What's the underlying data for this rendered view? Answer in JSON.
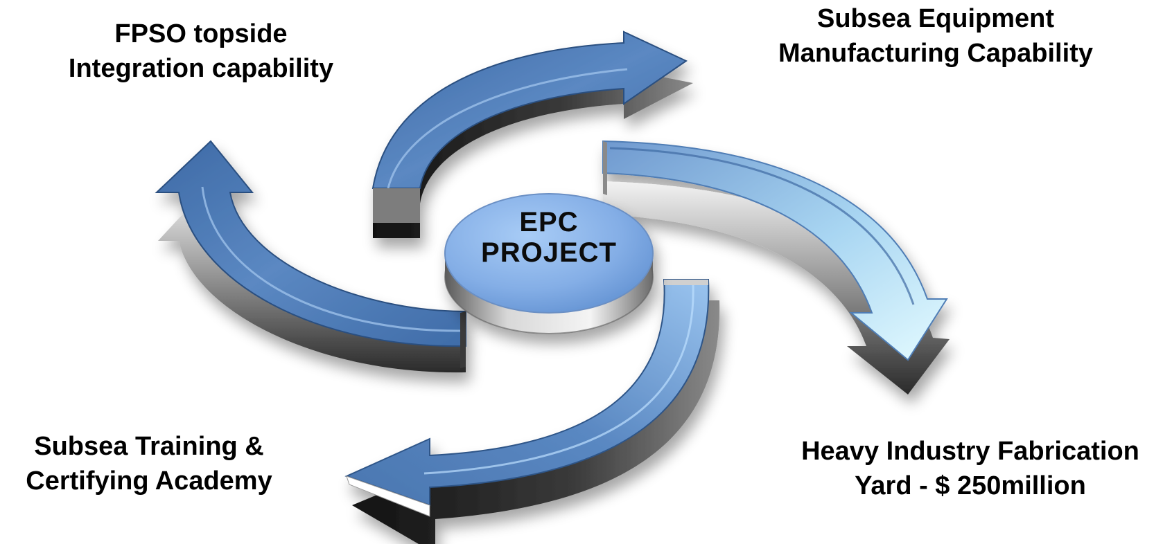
{
  "hub": {
    "line1": "EPC",
    "line2": "PROJECT"
  },
  "labels": {
    "top_left": [
      "FPSO topside",
      "Integration capability"
    ],
    "top_right": [
      "Subsea Equipment",
      "Manufacturing Capability"
    ],
    "bottom_left": [
      "Subsea Training &",
      "Certifying Academy"
    ],
    "bottom_right": [
      "Heavy Industry Fabrication",
      "Yard  - $ 250million"
    ]
  },
  "colors": {
    "arrow_blue": "#4a78b2",
    "arrow_blue_dark": "#2e5588",
    "arrow_light": "#cfeeff",
    "arrow_side": "#6b6b6b",
    "hub_top": "#8fb8ec",
    "hub_side": "#9a9a9a"
  },
  "flow": "clockwise"
}
